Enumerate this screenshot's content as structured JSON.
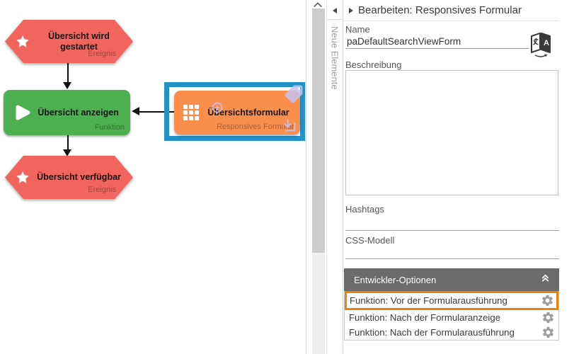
{
  "canvas": {
    "nodes": {
      "start_event": {
        "title": "Übersicht wird gestartet",
        "type_label": "Ereignis"
      },
      "show_function": {
        "title": "Übersicht anzeigen",
        "type_label": "Funktion"
      },
      "form": {
        "title": "Übersichtsformular",
        "type_label": "Responsives Formular"
      },
      "available_event": {
        "title": "Übersicht verfügbar",
        "type_label": "Ereignis"
      }
    }
  },
  "elements_tab": {
    "label": "Neue Elemente"
  },
  "panel": {
    "title": "Bearbeiten: Responsives Formular",
    "name": {
      "label": "Name",
      "value": "paDefaultSearchViewForm"
    },
    "beschreibung": {
      "label": "Beschreibung",
      "value": ""
    },
    "hashtags": {
      "label": "Hashtags",
      "value": ""
    },
    "css": {
      "label": "CSS-Modell",
      "value": ""
    },
    "developer": {
      "header": "Entwickler-Optionen",
      "rows": [
        {
          "label": "Funktion: Vor der Formularausführung",
          "highlighted": true
        },
        {
          "label": "Funktion: Nach der Formularanzeige",
          "highlighted": false
        },
        {
          "label": "Funktion: Nach der Formularausführung",
          "highlighted": false
        }
      ]
    }
  },
  "icons": {
    "star-icon": "★",
    "play-icon": "▶",
    "grid-icon": "▦",
    "tag-icon": "🏷",
    "circle-plus-icon": "⊕",
    "import-icon": "⤓",
    "scroll-up-icon": "⌃",
    "collapse-left-icon": "◂",
    "expand-right-icon": "▸",
    "translate-icon": "文/A",
    "collapse-section-icon": "≪(up)",
    "gear-icon": "⚙"
  },
  "colors": {
    "event_red": "#f2655e",
    "function_green": "#4caf50",
    "form_orange": "#fa8f4d",
    "selection_blue": "#2191c9",
    "overlay_lavender": "#c8c2ee",
    "developer_header_gray": "#6b6b6b",
    "highlight_orange": "#e8830f"
  }
}
